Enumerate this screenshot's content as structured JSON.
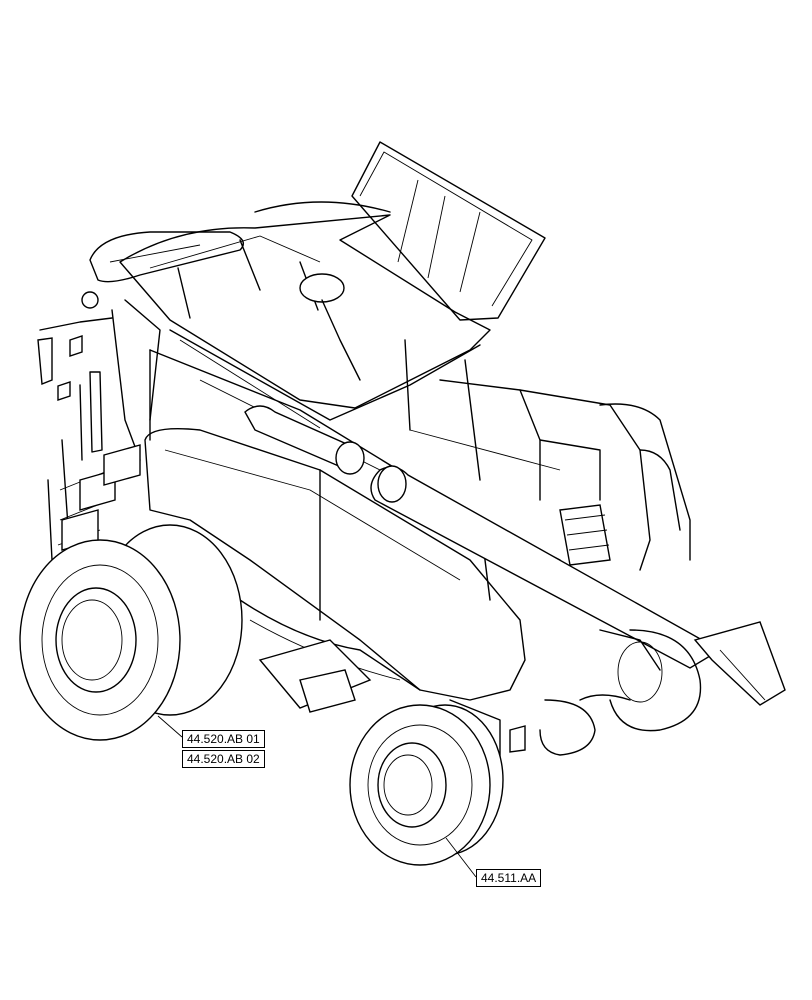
{
  "callouts": {
    "rear_wheel_ref_1": "44.520.AB 01",
    "rear_wheel_ref_2": "44.520.AB 02",
    "front_wheel_ref": "44.511.AA"
  }
}
